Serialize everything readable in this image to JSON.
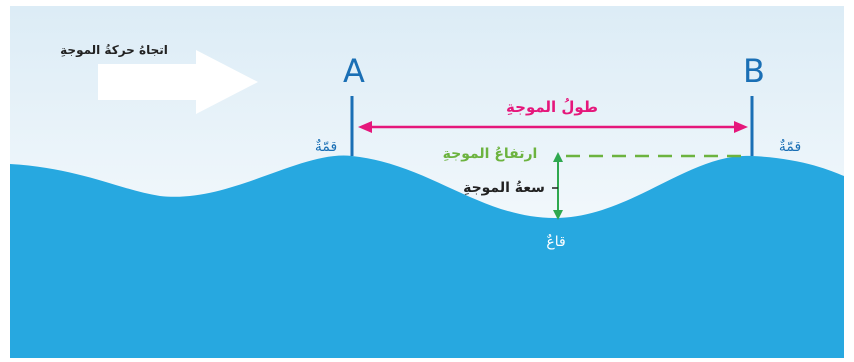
{
  "labels": {
    "direction": "اتجاهُ حركةُ الموجةِ",
    "point_a": "A",
    "point_b": "B",
    "wavelength": "طولُ الموجةِ",
    "crest_left": "قمّةٌ",
    "crest_right": "قمّةٌ",
    "wave_height": "ارتفاعُ الموجةِ",
    "amplitude": "سعةُ الموجةِ",
    "trough": "قاعٌ"
  },
  "colors": {
    "sky_top": "#dcecf6",
    "sky_bottom": "#ffffff",
    "water": "#27a8e0",
    "wavelength": "#e5177b",
    "wave_height": "#6cb33f",
    "amplitude": "#2fa84f",
    "marker": "#1a6fb5",
    "text_dark": "#222222",
    "text_light": "#ffffff"
  }
}
